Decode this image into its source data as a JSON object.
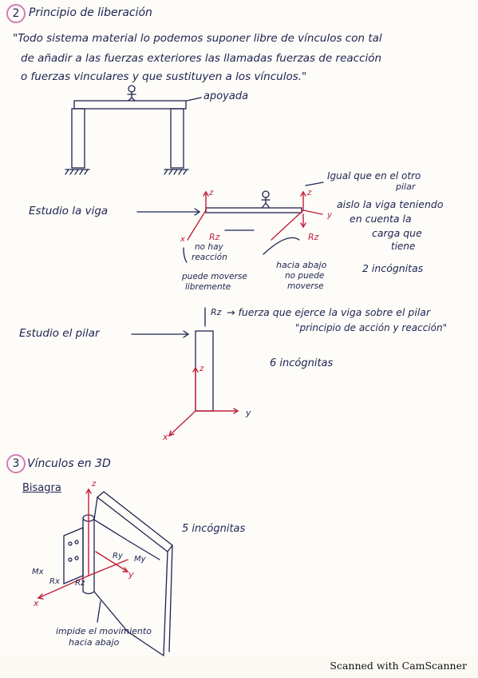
{
  "section2": {
    "number": "2",
    "title": "Principio de liberación",
    "quote_line1": "\"Todo sistema material lo podemos suponer libre de vínculos con tal",
    "quote_line2": "de añadir a las fuerzas exteriores las llamadas fuerzas de reacción",
    "quote_line3": "o fuerzas vinculares y que sustituyen a los vínculos.\"",
    "apoyada_label": "apoyada",
    "estudio_viga": "Estudio la viga",
    "igual_line1": "Igual que en el otro",
    "igual_line2": "pilar",
    "aislo_line1": "aislo la viga teniendo",
    "aislo_line2": "en cuenta la",
    "aislo_line3": "carga que",
    "aislo_line4": "tiene",
    "no_hay_line1": "no hay",
    "no_hay_line2": "reacción",
    "puede_line1": "puede moverse",
    "puede_line2": "libremente",
    "hacia_abajo_line1": "hacia abajo",
    "hacia_abajo_line2": "no puede",
    "hacia_abajo_line3": "moverse",
    "incognitas_2": "2 incógnitas",
    "rz_label": "Rz",
    "rz_right_label": "Rz",
    "rz_top_label": "Rz",
    "fuerza_line1": "→ fuerza que ejerce la viga sobre el pilar",
    "fuerza_line2": "\"principio de acción y reacción\"",
    "estudio_pilar": "Estudio el pilar",
    "incognitas_6": "6 incógnitas",
    "axis_z": "z",
    "axis_y": "y",
    "axis_x": "x"
  },
  "section3": {
    "number": "3",
    "title": "Vínculos en 3D",
    "bisagra": "Bisagra",
    "incognitas_5": "5 incógnitas",
    "rx_label": "Rx",
    "ry_label": "Ry",
    "mx_label": "Mx",
    "my_label": "My",
    "rz_label": "Rz",
    "impide_line1": "impide el movimiento",
    "impide_line2": "hacia abajo"
  },
  "footer": "Scanned with CamScanner"
}
